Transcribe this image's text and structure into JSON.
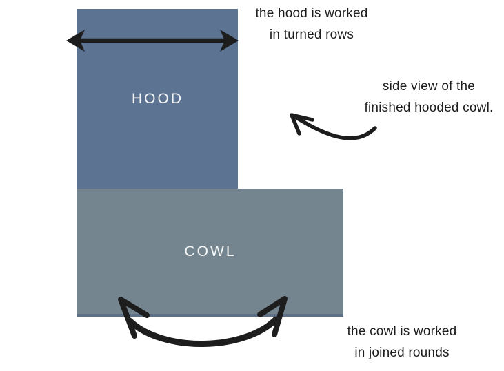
{
  "colors": {
    "background": "#ffffff",
    "hood": "#5d7392",
    "cowl": "#74858f",
    "cowl_edge": "#5d7086",
    "ink": "#1d1d1d",
    "label_text": "#f4f6f7"
  },
  "hood": {
    "label": "HOOD"
  },
  "cowl": {
    "label": "COWL"
  },
  "notes": {
    "hood": {
      "line1": "the hood is worked",
      "line2": "in turned rows"
    },
    "side": {
      "line1": "side view of the",
      "line2": "finished hooded cowl."
    },
    "cowl": {
      "line1": "the cowl is worked",
      "line2": "in joined rounds"
    }
  },
  "icons": {
    "width_arrow": "double-headed-horizontal-arrow",
    "side_view_arrow": "curved-arrow-pointing-upper-left",
    "rounds_arrow": "curved-double-headed-arrow"
  }
}
